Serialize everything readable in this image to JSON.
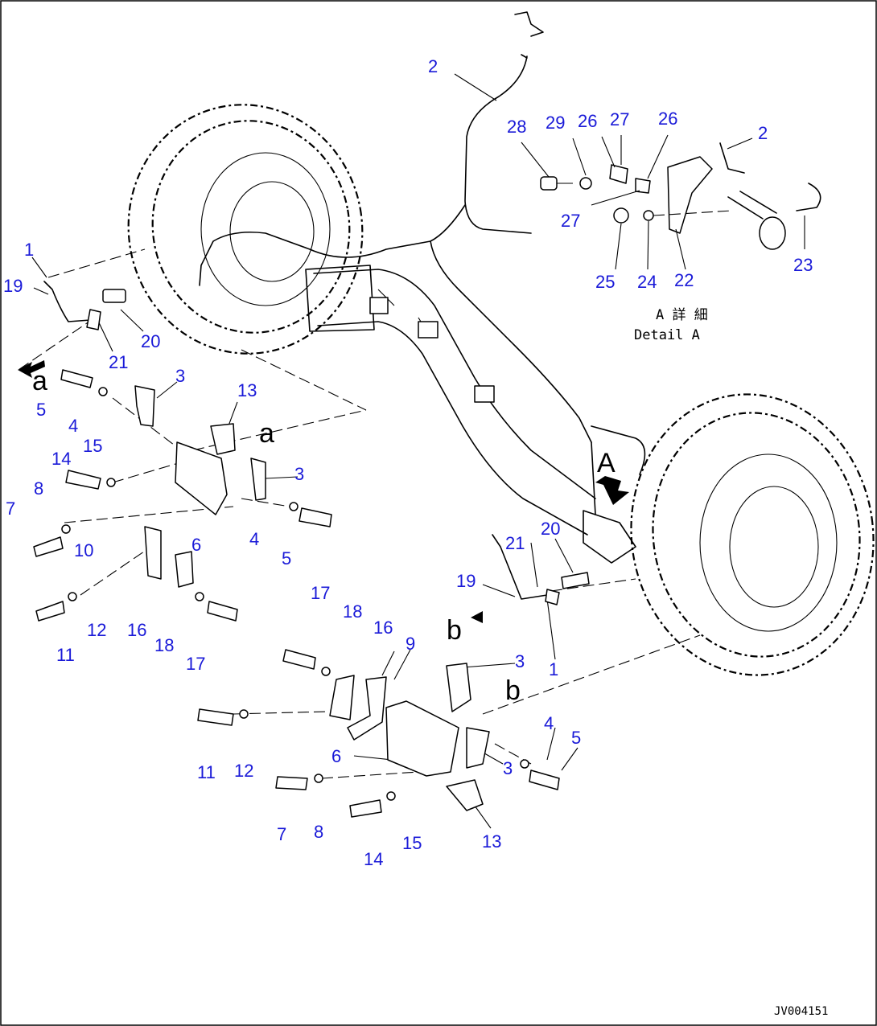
{
  "diagram": {
    "callouts": {
      "n1": "1",
      "n2": "2",
      "n3": "3",
      "n4": "4",
      "n5": "5",
      "n6": "6",
      "n7": "7",
      "n8": "8",
      "n9": "9",
      "n10": "10",
      "n11": "11",
      "n12": "12",
      "n13": "13",
      "n14": "14",
      "n15": "15",
      "n16": "16",
      "n17": "17",
      "n18": "18",
      "n19": "19",
      "n20": "20",
      "n21": "21",
      "n22": "22",
      "n23": "23",
      "n24": "24",
      "n25": "25",
      "n26": "26",
      "n27": "27",
      "n28": "28",
      "n29": "29"
    },
    "refs": {
      "a": "a",
      "b": "b",
      "A": "A"
    },
    "detail_caption_jp": "A 詳 細",
    "detail_caption_en": "Detail A",
    "drawing_code": "JV004151",
    "colors": {
      "callout": "#1a1ad8",
      "line": "#000000"
    }
  }
}
